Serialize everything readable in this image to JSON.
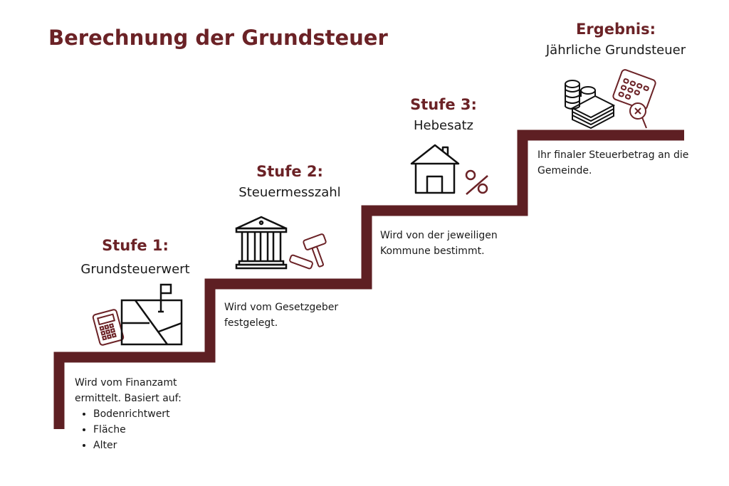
{
  "title": "Berechnung der Grundsteuer",
  "colors": {
    "accent": "#6b2226",
    "stair": "#5e1f23",
    "text": "#1a1a1a"
  },
  "steps": [
    {
      "heading": "Stufe 1:",
      "subtitle": "Grundsteuerwert",
      "description": "Wird vom Finanzamt ermittelt. Basiert auf:",
      "bullets": [
        "Bodenrichtwert",
        "Fläche",
        "Alter"
      ],
      "icons": [
        "calculator-icon",
        "land-plot-map-icon"
      ]
    },
    {
      "heading": "Stufe 2:",
      "subtitle": "Steuermesszahl",
      "description": "Wird vom Gesetzgeber festgelegt.",
      "icons": [
        "courthouse-icon",
        "gavel-icon"
      ]
    },
    {
      "heading": "Stufe 3:",
      "subtitle": "Hebesatz",
      "description": "Wird von der jeweiligen Kommune bestimmt.",
      "icons": [
        "house-icon",
        "percent-icon"
      ]
    },
    {
      "heading": "Ergebnis:",
      "subtitle": "Jährliche Grundsteuer",
      "description": "Ihr finaler Steuerbetrag an die Gemeinde.",
      "icons": [
        "money-stack-icon",
        "calendar-icon"
      ]
    }
  ]
}
